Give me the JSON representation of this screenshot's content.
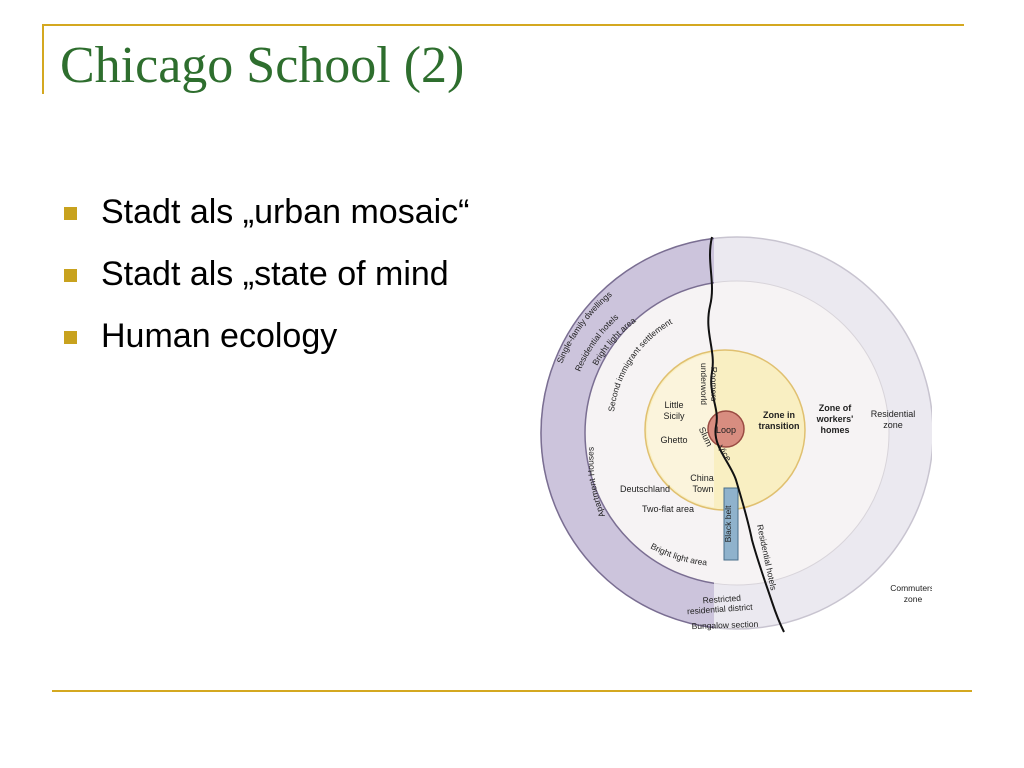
{
  "slide": {
    "title": "Chicago School (2)",
    "bullets": [
      "Stadt als „urban mosaic“",
      "Stadt als „state of mind",
      "Human ecology"
    ]
  },
  "diagram": {
    "labels": {
      "loop": "Loop",
      "zone_transition_1": "Zone in",
      "zone_transition_2": "transition",
      "zone_workers_1": "Zone of",
      "zone_workers_2": "workers'",
      "zone_workers_3": "homes",
      "residential_zone_1": "Residential",
      "residential_zone_2": "zone",
      "commuters_1": "Commuters'",
      "commuters_2": "zone",
      "little_sicily_1": "Little",
      "little_sicily_2": "Sicily",
      "ghetto": "Ghetto",
      "china_town_1": "China",
      "china_town_2": "Town",
      "deutschland": "Deutschland",
      "two_flat": "Two-flat area",
      "black_belt": "Black belt",
      "slum": "Slum",
      "vice": "Vice",
      "roomers": "Roomers",
      "underworld": "underworld",
      "single_family": "Single-family dwellings",
      "residential_hotels_arc": "Residential hotels",
      "bright_light_area_top": "Bright light area",
      "second_immigrant": "Second immigrant settlement",
      "apartment_houses": "Apartment Houses",
      "bright_light_area_bottom": "Bright light area",
      "restricted_1": "Restricted",
      "restricted_2": "residential district",
      "bungalow": "Bungalow section",
      "residential_hotels_vertical": "Residential hotels"
    }
  }
}
